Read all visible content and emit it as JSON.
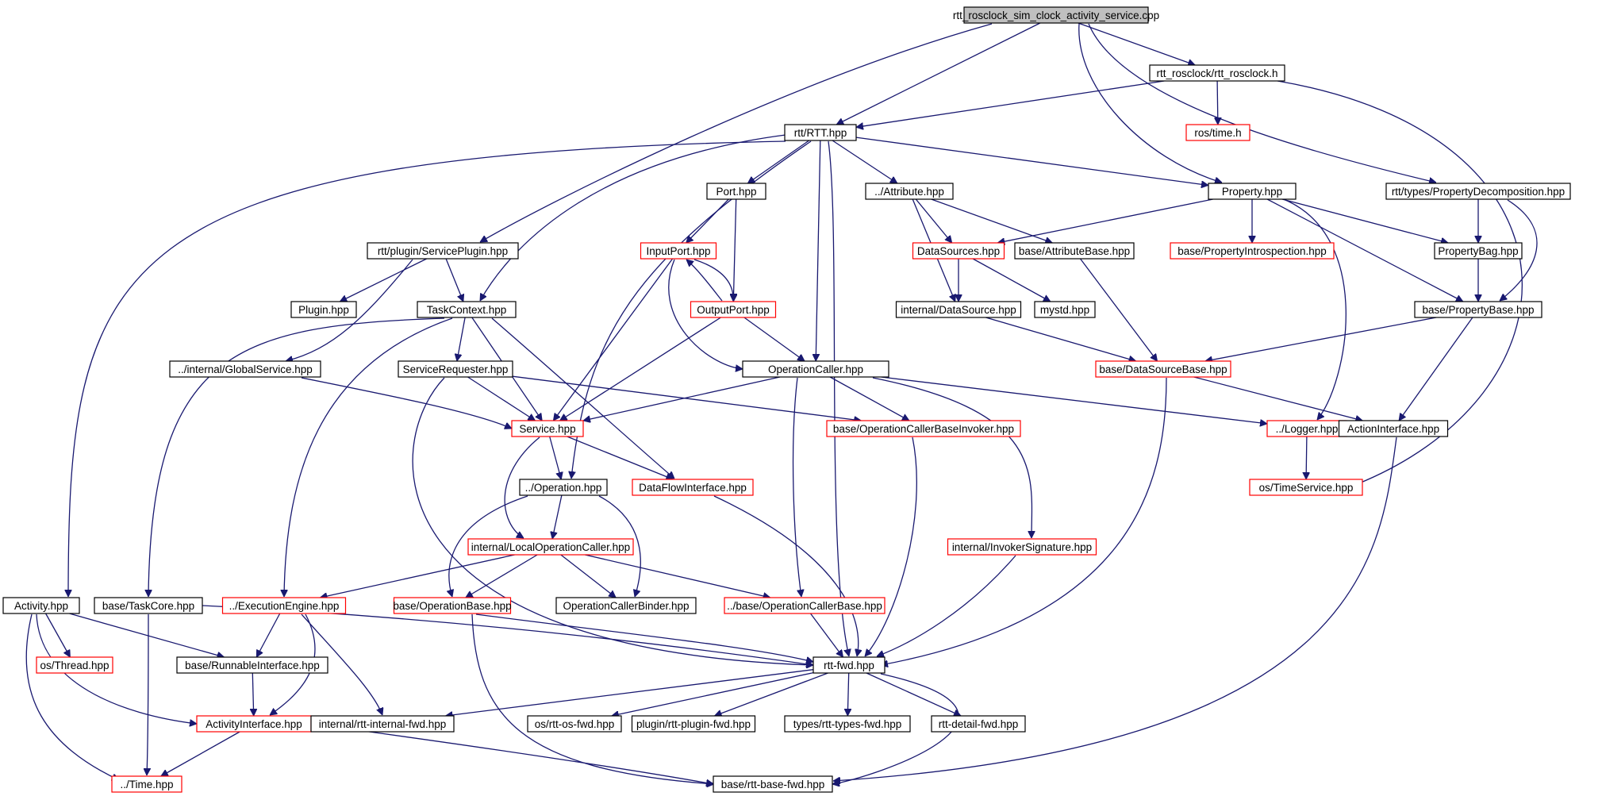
{
  "colors": {
    "edge": "#191970",
    "node_fill": "#ffffff",
    "root_fill": "#bfbfbf",
    "border_black": "#000000",
    "border_red": "#ff0000"
  },
  "diagram": {
    "nodes": [
      {
        "id": "root",
        "label": "rtt_rosclock_sim_clock_activity_service.cpp",
        "border": "black",
        "root": true
      },
      {
        "id": "rosclock_h",
        "label": "rtt_rosclock/rtt_rosclock.h",
        "border": "black"
      },
      {
        "id": "ros_time",
        "label": "ros/time.h",
        "border": "red"
      },
      {
        "id": "rtt_hpp",
        "label": "rtt/RTT.hpp",
        "border": "black"
      },
      {
        "id": "port",
        "label": "Port.hpp",
        "border": "black"
      },
      {
        "id": "attribute",
        "label": "../Attribute.hpp",
        "border": "black"
      },
      {
        "id": "property",
        "label": "Property.hpp",
        "border": "black"
      },
      {
        "id": "propdecomp",
        "label": "rtt/types/PropertyDecomposition.hpp",
        "border": "black"
      },
      {
        "id": "serviceplugin",
        "label": "rtt/plugin/ServicePlugin.hpp",
        "border": "black"
      },
      {
        "id": "inputport",
        "label": "InputPort.hpp",
        "border": "red"
      },
      {
        "id": "datasources",
        "label": "DataSources.hpp",
        "border": "red"
      },
      {
        "id": "attrbase",
        "label": "base/AttributeBase.hpp",
        "border": "black"
      },
      {
        "id": "propintro",
        "label": "base/PropertyIntrospection.hpp",
        "border": "red"
      },
      {
        "id": "propbag",
        "label": "PropertyBag.hpp",
        "border": "black"
      },
      {
        "id": "plugin",
        "label": "Plugin.hpp",
        "border": "black"
      },
      {
        "id": "taskcontext",
        "label": "TaskContext.hpp",
        "border": "black"
      },
      {
        "id": "outputport",
        "label": "OutputPort.hpp",
        "border": "red"
      },
      {
        "id": "int_datasource",
        "label": "internal/DataSource.hpp",
        "border": "black"
      },
      {
        "id": "mystd",
        "label": "mystd.hpp",
        "border": "black"
      },
      {
        "id": "propbase",
        "label": "base/PropertyBase.hpp",
        "border": "black"
      },
      {
        "id": "globalservice",
        "label": "../internal/GlobalService.hpp",
        "border": "black"
      },
      {
        "id": "servicereq",
        "label": "ServiceRequester.hpp",
        "border": "black"
      },
      {
        "id": "opcaller",
        "label": "OperationCaller.hpp",
        "border": "black"
      },
      {
        "id": "dsbase",
        "label": "base/DataSourceBase.hpp",
        "border": "red"
      },
      {
        "id": "service",
        "label": "Service.hpp",
        "border": "red"
      },
      {
        "id": "opcallerbaseinv",
        "label": "base/OperationCallerBaseInvoker.hpp",
        "border": "red"
      },
      {
        "id": "logger",
        "label": "../Logger.hpp",
        "border": "red"
      },
      {
        "id": "actioninterface",
        "label": "ActionInterface.hpp",
        "border": "black"
      },
      {
        "id": "operation",
        "label": "../Operation.hpp",
        "border": "black"
      },
      {
        "id": "dataflow",
        "label": "DataFlowInterface.hpp",
        "border": "red"
      },
      {
        "id": "timeservice",
        "label": "os/TimeService.hpp",
        "border": "red"
      },
      {
        "id": "localopcaller",
        "label": "internal/LocalOperationCaller.hpp",
        "border": "red"
      },
      {
        "id": "invokersig",
        "label": "internal/InvokerSignature.hpp",
        "border": "red"
      },
      {
        "id": "activity",
        "label": "Activity.hpp",
        "border": "black"
      },
      {
        "id": "taskcore",
        "label": "base/TaskCore.hpp",
        "border": "black"
      },
      {
        "id": "execengine",
        "label": "../ExecutionEngine.hpp",
        "border": "red"
      },
      {
        "id": "opbase",
        "label": "base/OperationBase.hpp",
        "border": "red"
      },
      {
        "id": "opcallerbinder",
        "label": "OperationCallerBinder.hpp",
        "border": "black"
      },
      {
        "id": "opcallerbase",
        "label": "../base/OperationCallerBase.hpp",
        "border": "red"
      },
      {
        "id": "thread",
        "label": "os/Thread.hpp",
        "border": "red"
      },
      {
        "id": "runnable",
        "label": "base/RunnableInterface.hpp",
        "border": "black"
      },
      {
        "id": "rttfwd",
        "label": "rtt-fwd.hpp",
        "border": "black"
      },
      {
        "id": "activityif",
        "label": "ActivityInterface.hpp",
        "border": "red"
      },
      {
        "id": "internalfwd",
        "label": "internal/rtt-internal-fwd.hpp",
        "border": "black"
      },
      {
        "id": "osfwd",
        "label": "os/rtt-os-fwd.hpp",
        "border": "black"
      },
      {
        "id": "pluginfwd",
        "label": "plugin/rtt-plugin-fwd.hpp",
        "border": "black"
      },
      {
        "id": "typesfwd",
        "label": "types/rtt-types-fwd.hpp",
        "border": "black"
      },
      {
        "id": "detailfwd",
        "label": "rtt-detail-fwd.hpp",
        "border": "black"
      },
      {
        "id": "time",
        "label": "../Time.hpp",
        "border": "red"
      },
      {
        "id": "basefwd",
        "label": "base/rtt-base-fwd.hpp",
        "border": "black"
      }
    ],
    "edges": [
      [
        "root",
        "rosclock_h"
      ],
      [
        "root",
        "rtt_hpp"
      ],
      [
        "root",
        "serviceplugin"
      ],
      [
        "root",
        "property"
      ],
      [
        "root",
        "propdecomp"
      ],
      [
        "rosclock_h",
        "ros_time"
      ],
      [
        "rosclock_h",
        "rtt_hpp"
      ],
      [
        "rosclock_h",
        "timeservice"
      ],
      [
        "rtt_hpp",
        "activity"
      ],
      [
        "rtt_hpp",
        "taskcontext"
      ],
      [
        "rtt_hpp",
        "port"
      ],
      [
        "rtt_hpp",
        "operation"
      ],
      [
        "rtt_hpp",
        "opcaller"
      ],
      [
        "rtt_hpp",
        "attribute"
      ],
      [
        "rtt_hpp",
        "rttfwd"
      ],
      [
        "rtt_hpp",
        "property"
      ],
      [
        "port",
        "inputport"
      ],
      [
        "port",
        "outputport"
      ],
      [
        "inputport",
        "outputport"
      ],
      [
        "outputport",
        "inputport"
      ],
      [
        "inputport",
        "service"
      ],
      [
        "inputport",
        "opcaller"
      ],
      [
        "outputport",
        "service"
      ],
      [
        "outputport",
        "opcaller"
      ],
      [
        "attribute",
        "datasources"
      ],
      [
        "attribute",
        "attrbase"
      ],
      [
        "attribute",
        "int_datasource"
      ],
      [
        "datasources",
        "int_datasource"
      ],
      [
        "datasources",
        "mystd"
      ],
      [
        "attrbase",
        "dsbase"
      ],
      [
        "int_datasource",
        "dsbase"
      ],
      [
        "property",
        "datasources"
      ],
      [
        "property",
        "propintro"
      ],
      [
        "property",
        "propbag"
      ],
      [
        "property",
        "propbase"
      ],
      [
        "property",
        "logger"
      ],
      [
        "propdecomp",
        "propbag"
      ],
      [
        "propdecomp",
        "propbase"
      ],
      [
        "propbag",
        "propbase"
      ],
      [
        "propbase",
        "dsbase"
      ],
      [
        "propbase",
        "actioninterface"
      ],
      [
        "dsbase",
        "actioninterface"
      ],
      [
        "dsbase",
        "rttfwd"
      ],
      [
        "serviceplugin",
        "plugin"
      ],
      [
        "serviceplugin",
        "taskcontext"
      ],
      [
        "serviceplugin",
        "globalservice"
      ],
      [
        "globalservice",
        "service"
      ],
      [
        "taskcontext",
        "servicereq"
      ],
      [
        "taskcontext",
        "service"
      ],
      [
        "taskcontext",
        "dataflow"
      ],
      [
        "taskcontext",
        "taskcore"
      ],
      [
        "taskcontext",
        "execengine"
      ],
      [
        "servicereq",
        "service"
      ],
      [
        "servicereq",
        "opcallerbaseinv"
      ],
      [
        "servicereq",
        "rttfwd"
      ],
      [
        "opcaller",
        "service"
      ],
      [
        "opcaller",
        "opcallerbaseinv"
      ],
      [
        "opcaller",
        "logger"
      ],
      [
        "opcaller",
        "invokersig"
      ],
      [
        "opcaller",
        "opcallerbase"
      ],
      [
        "service",
        "operation"
      ],
      [
        "service",
        "dataflow"
      ],
      [
        "service",
        "localopcaller"
      ],
      [
        "operation",
        "localopcaller"
      ],
      [
        "operation",
        "opbase"
      ],
      [
        "operation",
        "opcallerbinder"
      ],
      [
        "dataflow",
        "rttfwd"
      ],
      [
        "localopcaller",
        "execengine"
      ],
      [
        "localopcaller",
        "opbase"
      ],
      [
        "localopcaller",
        "opcallerbinder"
      ],
      [
        "localopcaller",
        "opcallerbase"
      ],
      [
        "opcallerbaseinv",
        "rttfwd"
      ],
      [
        "invokersig",
        "rttfwd"
      ],
      [
        "opcallerbase",
        "rttfwd"
      ],
      [
        "opbase",
        "rttfwd"
      ],
      [
        "opbase",
        "basefwd"
      ],
      [
        "logger",
        "timeservice"
      ],
      [
        "actioninterface",
        "basefwd"
      ],
      [
        "activity",
        "thread"
      ],
      [
        "activity",
        "runnable"
      ],
      [
        "activity",
        "activityif"
      ],
      [
        "activity",
        "time"
      ],
      [
        "taskcore",
        "time"
      ],
      [
        "taskcore",
        "rttfwd"
      ],
      [
        "execengine",
        "runnable"
      ],
      [
        "execengine",
        "activityif"
      ],
      [
        "execengine",
        "internalfwd"
      ],
      [
        "runnable",
        "activityif"
      ],
      [
        "activityif",
        "time"
      ],
      [
        "activityif",
        "basefwd"
      ],
      [
        "rttfwd",
        "internalfwd"
      ],
      [
        "rttfwd",
        "osfwd"
      ],
      [
        "rttfwd",
        "pluginfwd"
      ],
      [
        "rttfwd",
        "typesfwd"
      ],
      [
        "rttfwd",
        "detailfwd"
      ],
      [
        "rttfwd",
        "basefwd"
      ]
    ]
  }
}
